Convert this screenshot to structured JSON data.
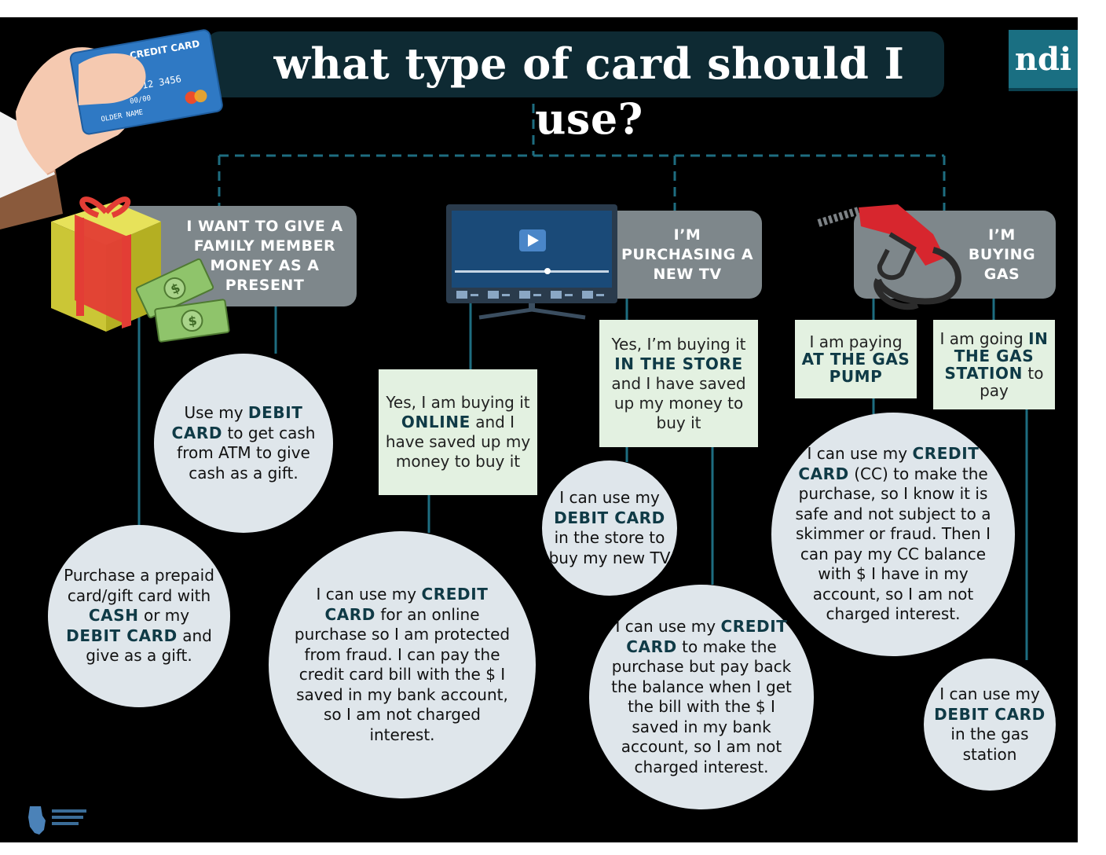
{
  "title": "what type of card should I use?",
  "logo": "ndi",
  "illustrations": {
    "card_text": "CREDIT CARD",
    "card_number_fragment": "8 9012 3456",
    "card_expiry": "00/00",
    "card_holder": "OLDER NAME"
  },
  "scenarios": {
    "gift": {
      "label": "I WANT TO GIVE A FAMILY MEMBER MONEY AS A PRESENT",
      "circle_a": [
        "Use my ",
        "DEBIT CARD",
        " to get cash from ATM to give cash as a gift."
      ],
      "circle_b": [
        "Purchase a prepaid card/gift card with ",
        "CASH",
        " or my ",
        "DEBIT CARD",
        " and give as a gift."
      ]
    },
    "tv": {
      "label": "I’M PURCHASING A NEW TV",
      "option_online": [
        "Yes, I am buying it ",
        "ONLINE",
        " and I have saved up my money to buy it"
      ],
      "option_store": [
        "Yes, I’m buying it ",
        "IN THE STORE",
        " and I have saved up my money to buy it"
      ],
      "circle_online": [
        "I can use my ",
        "CREDIT CARD",
        " for an online purchase so I am protected from fraud. I can pay the credit card bill with the $ I saved in my bank account, so I am not charged interest."
      ],
      "circle_store_debit": [
        "I can use my ",
        "DEBIT CARD",
        " in the store to buy my new TV"
      ],
      "circle_store_credit": [
        "I can use my ",
        "CREDIT CARD",
        " to make the purchase but pay back the balance when I get the bill with the $ I saved in my bank account, so I am not charged interest."
      ]
    },
    "gas": {
      "label": "I’M BUYING GAS",
      "option_pump": [
        "I am paying ",
        "AT THE GAS PUMP"
      ],
      "option_station": [
        "I am going ",
        "IN THE GAS STATION",
        " to pay"
      ],
      "circle_pump": [
        "I can use my ",
        "CREDIT CARD",
        " (CC) to make the purchase, so I know it is safe and not subject to a skimmer or fraud. Then I can pay my CC balance with $ I have in my account, so I am not charged interest."
      ],
      "circle_station": [
        "I can use my ",
        "DEBIT CARD",
        " in the gas station"
      ]
    }
  },
  "colors": {
    "background": "#000000",
    "title_bar": "#0e2a33",
    "connector": "#1e6d80",
    "grey_box": "#7e878b",
    "green_box": "#e3f1e1",
    "circle": "#dfe6eb",
    "logo": "#1a6f82"
  }
}
